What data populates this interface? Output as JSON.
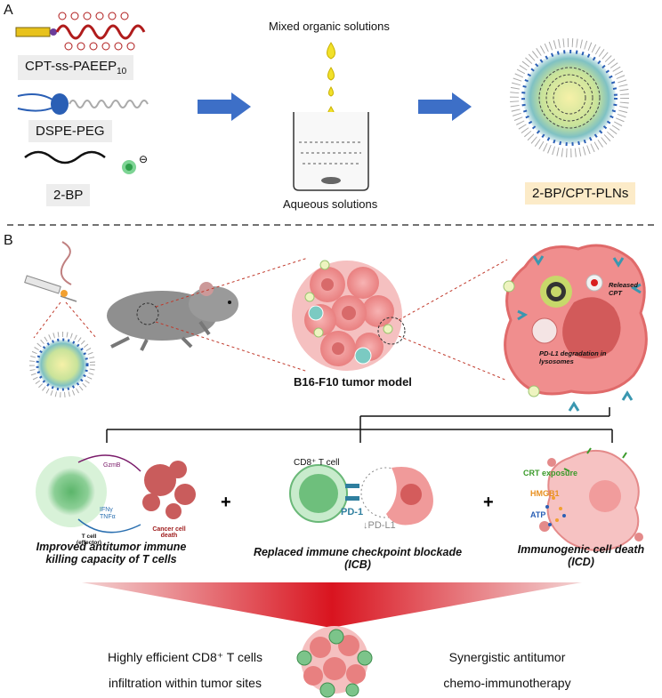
{
  "panelA": {
    "label": "A",
    "components": [
      "CPT-ss-PAEEP",
      "DSPE-PEG",
      "2-BP"
    ],
    "cpt_subscript": "10",
    "mixed_label": "Mixed organic solutions",
    "aqueous_label": "Aqueous solutions",
    "product_label": "2-BP/CPT-PLNs"
  },
  "panelB": {
    "label": "B",
    "tumor_model": "B16-F10 tumor model",
    "released_label": "Released CPT",
    "degradation_label": "PD-L1 degradation in lysosomes",
    "t_cell_label": "T cell (effector)",
    "gzmb": "GzmB",
    "ifn": "IFNγ",
    "tnf": "TNFα",
    "cancer_death": "Cancer cell death",
    "cd8_label": "CD8⁺ T cell",
    "pd1": "PD-1",
    "pdl1": "↓PD-L1",
    "crt": "CRT exposure",
    "hmgb1": "HMGB1",
    "atp": "ATP",
    "plus": "+",
    "outcome1_line1": "Improved antitumor immune",
    "outcome1_line2": "killing capacity of T cells",
    "outcome2_line1": "Replaced immune checkpoint blockade",
    "outcome2_line2": "(ICB)",
    "outcome3_line1": "Immunogenic cell death",
    "outcome3_line2": "(ICD)",
    "final_left_line1": "Highly efficient CD8⁺ T cells",
    "final_left_line2": "infiltration within tumor sites",
    "final_right_line1": "Synergistic antitumor",
    "final_right_line2": "chemo-immunotherapy"
  },
  "colors": {
    "arrow": "#3d6fc7",
    "chain": "#b01c1c",
    "tumor": "#ec8c8c",
    "tcell": "#7cc48a",
    "product_box": "#fcebc8",
    "triangle": "#d9141f"
  }
}
